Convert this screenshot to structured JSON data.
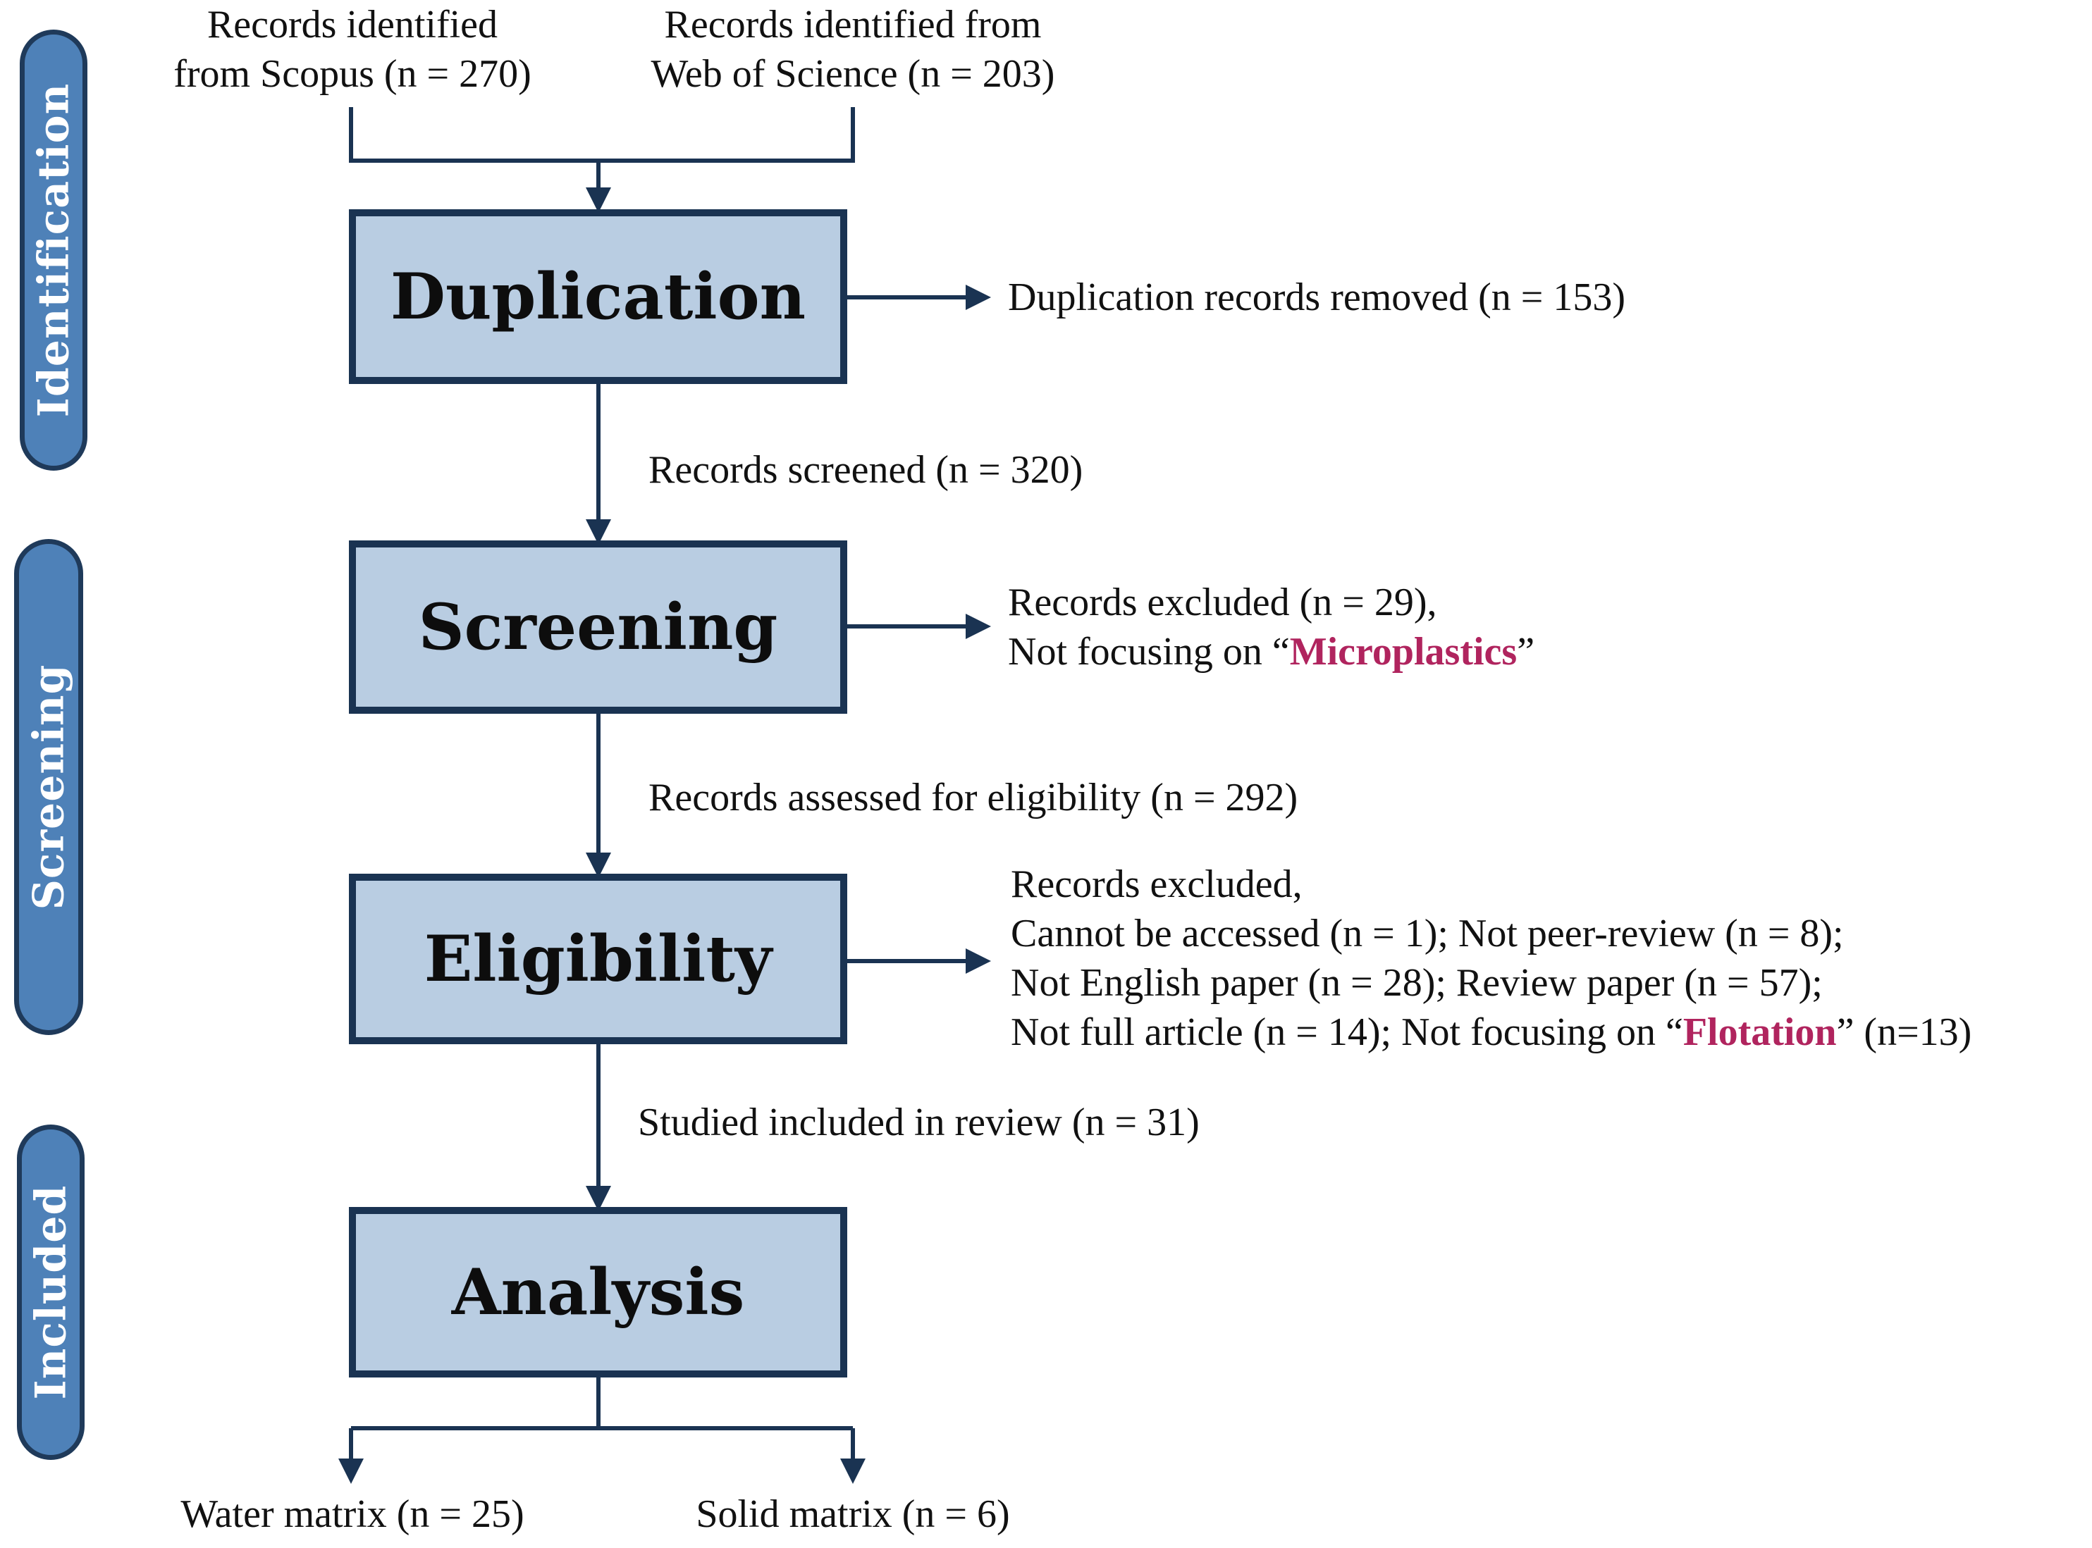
{
  "stages": {
    "identification": "Identification",
    "screening": "Screening",
    "included": "Included"
  },
  "boxes": {
    "duplication": "Duplication",
    "screening": "Screening",
    "eligibility": "Eligibility",
    "analysis": "Analysis"
  },
  "sources": {
    "scopus_line1": "Records identified",
    "scopus_line2": "from Scopus  (n = 270)",
    "wos_line1": "Records identified from",
    "wos_line2": "Web of Science  (n = 203)"
  },
  "flow_labels": {
    "screened": "Records screened (n = 320)",
    "assessed": "Records assessed for eligibility  (n = 292)",
    "included": "Studied included in review  (n = 31)"
  },
  "side_notes": {
    "duplication_removed": "Duplication records removed (n = 153)",
    "screening_line1": "Records excluded  (n = 29),",
    "screening_line2_pre": "Not  focusing on “",
    "screening_highlight": "Microplastics",
    "screening_line2_post": "”",
    "elig_line1": "Records excluded,",
    "elig_line2": "Cannot be accessed  (n = 1); Not peer-review  (n = 8);",
    "elig_line3": "Not English paper  (n = 28); Review  paper  (n = 57);",
    "elig_line4_pre": "Not full article  (n = 14); Not  focusing on “",
    "elig_highlight": "Flotation",
    "elig_line4_post": "”  (n=13)"
  },
  "outputs": {
    "water": "Water matrix  (n = 25)",
    "solid": "Solid matrix  (n = 6)"
  },
  "colors": {
    "box_fill": "#b9cde2",
    "box_border": "#1a3352",
    "stage_fill": "#4e81b8",
    "stage_border": "#1f3a5a",
    "line": "#1a3352",
    "highlight": "#b0245e"
  }
}
